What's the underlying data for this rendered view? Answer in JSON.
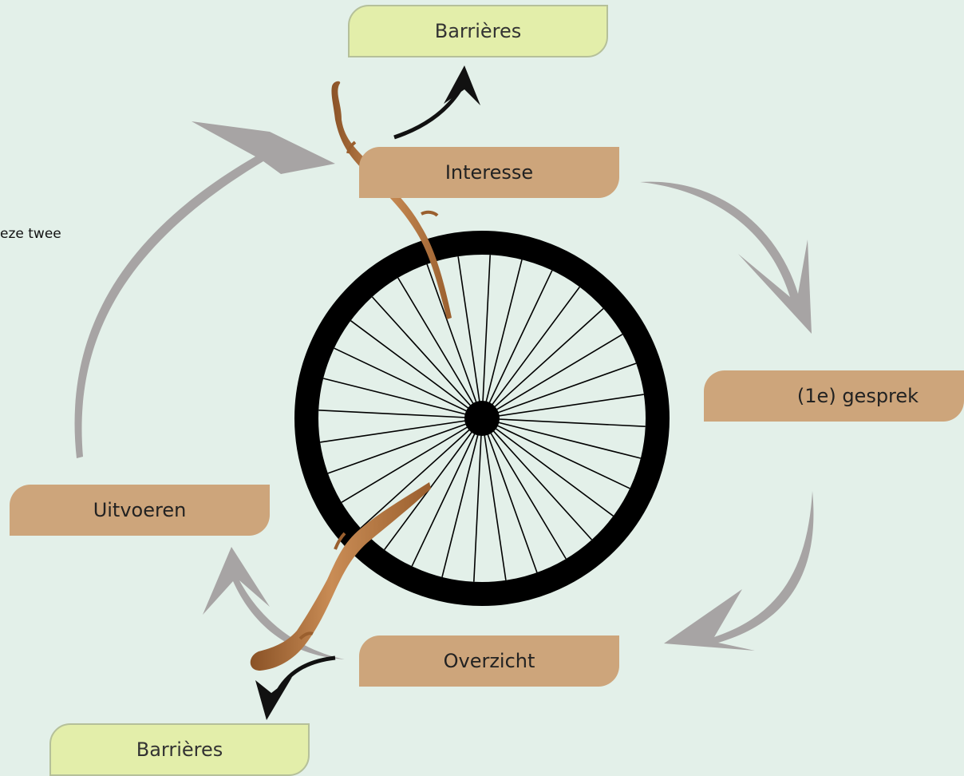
{
  "fragments": {
    "title": "n",
    "text": "eze twee"
  },
  "steps": {
    "interesse": "Interesse",
    "gesprek": "(1e) gesprek",
    "overzicht": "Overzicht",
    "uitvoeren": "Uitvoeren"
  },
  "barriers": {
    "top": "Barrières",
    "bottom": "Barrières"
  },
  "colors": {
    "background": "#e3f0e9",
    "step_box": "#cda57b",
    "barrier_box": "#e3eeaa",
    "cycle_arrow": "#a7a4a4",
    "stick": "#b97a45",
    "wheel": "#000000"
  },
  "icons": [
    "bicycle-wheel-icon",
    "stick-icon",
    "curved-arrow-icon"
  ]
}
